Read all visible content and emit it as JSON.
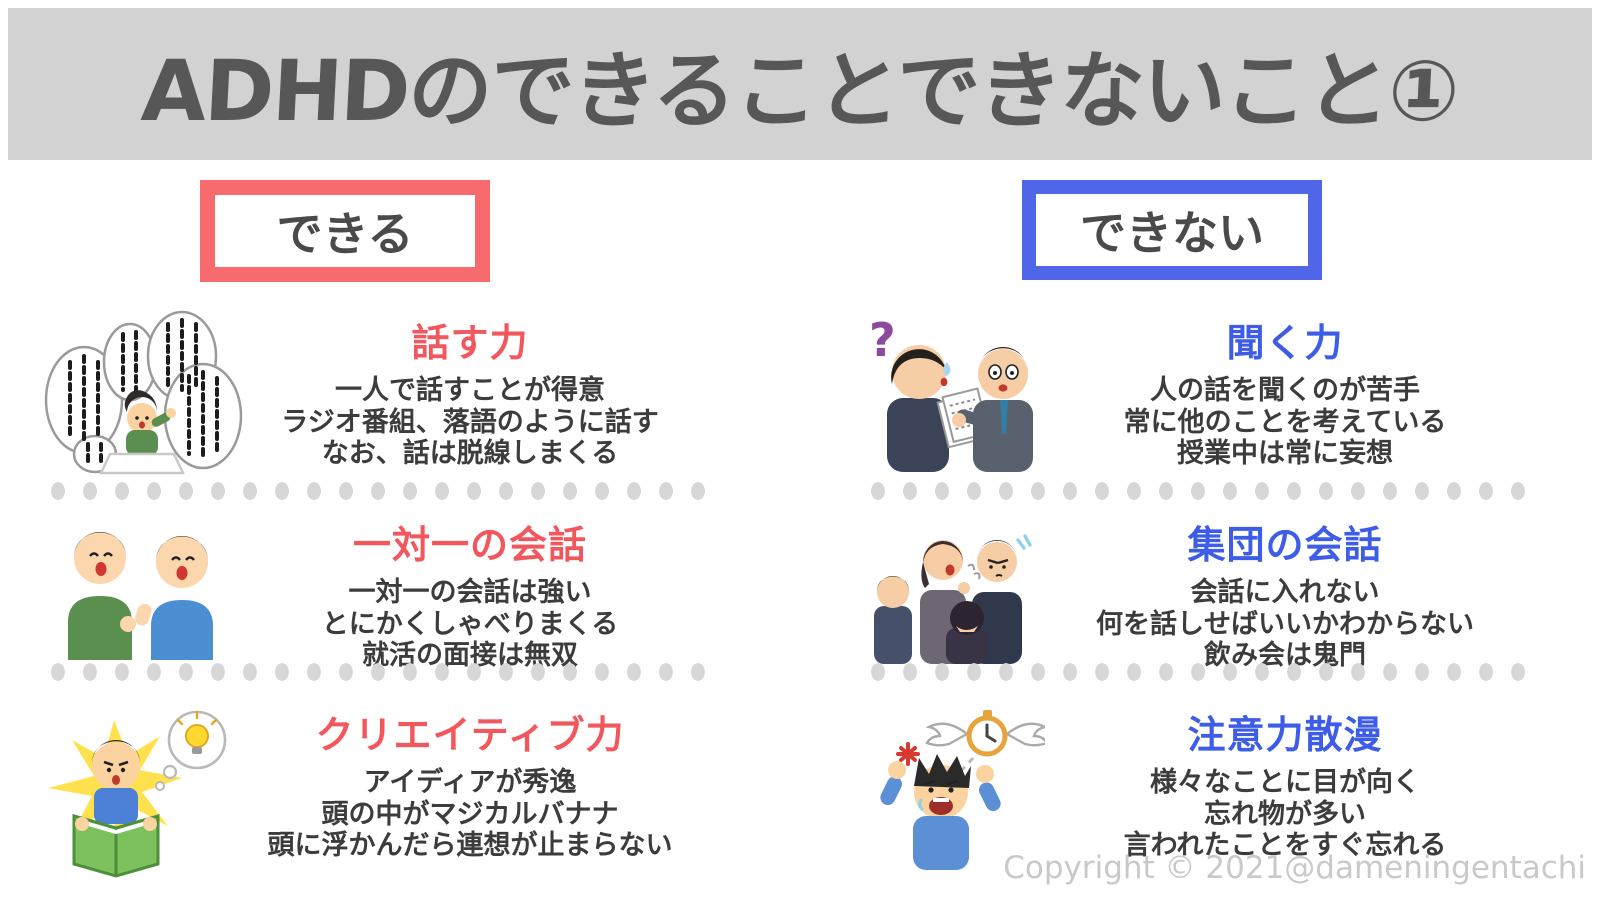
{
  "page": {
    "title": "ADHDのできることできないこと①",
    "copyright": "Copyright © 2021@dameningentachi"
  },
  "colors": {
    "banner_bg": "#d2d2d2",
    "title_text": "#575757",
    "can_accent": "#f76b6f",
    "cannot_accent": "#4f66e8",
    "can_heading": "#f2575d",
    "cannot_heading": "#3d5ce8",
    "body_text": "#3c3c3c",
    "divider_dot": "#d7d7d7"
  },
  "columns": {
    "can": {
      "label": "できる",
      "items": [
        {
          "icon": "storyteller-speech-bubbles",
          "title": "話す力",
          "lines": [
            "一人で話すことが得意",
            "ラジオ番組、落語のように話す",
            "なお、話は脱線しまくる"
          ]
        },
        {
          "icon": "two-men-chatting",
          "title": "一対一の会話",
          "lines": [
            "一対一の会話は強い",
            "とにかくしゃべりまくる",
            "就活の面接は無双"
          ]
        },
        {
          "icon": "reading-idea-lightbulb",
          "title": "クリエイティブ力",
          "lines": [
            "アイディアが秀逸",
            "頭の中がマジカルバナナ",
            "頭に浮かんだら連想が止まらない"
          ]
        }
      ]
    },
    "cannot": {
      "label": "できない",
      "items": [
        {
          "icon": "confused-listener-question",
          "title": "聞く力",
          "lines": [
            "人の話を聞くのが苦手",
            "常に他のことを考えている",
            "授業中は常に妄想"
          ]
        },
        {
          "icon": "group-conversation",
          "title": "集団の会話",
          "lines": [
            "会話に入れない",
            "何を話しせばいいかわからない",
            "飲み会は鬼門"
          ]
        },
        {
          "icon": "panicked-man-flying-watch",
          "title": "注意力散漫",
          "lines": [
            "様々なことに目が向く",
            "忘れ物が多い",
            "言われたことをすぐ忘れる"
          ]
        }
      ]
    }
  }
}
